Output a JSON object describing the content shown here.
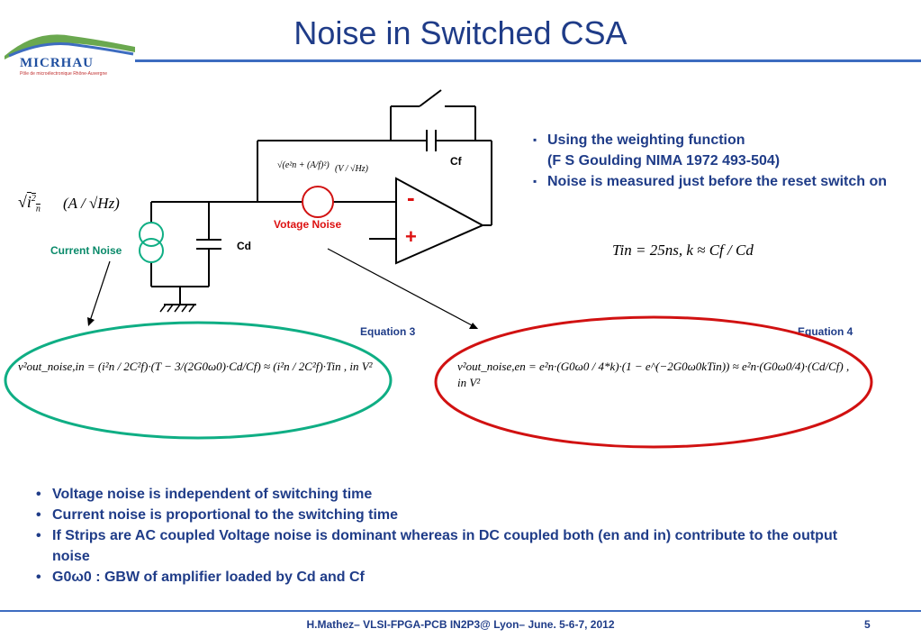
{
  "slide": {
    "title": "Noise in Switched CSA",
    "logo_name": "MICRHAU",
    "logo_subtitle": "Pôle de microélectronique Rhône-Auvergne",
    "footer": "H.Mathez– VLSI-FPGA-PCB  IN2P3@ Lyon– June. 5-6-7, 2012",
    "page_number": "5"
  },
  "colors": {
    "accent": "#1f3c88",
    "red": "#d11111",
    "green": "#0fae84"
  },
  "circuit": {
    "cf_label": "Cf",
    "cd_label": "Cd",
    "voltage_noise_label": "Votage Noise",
    "current_noise_label": "Current Noise",
    "minus_sign": "-",
    "plus_sign": "+",
    "in_unit": "(A / √Hz)",
    "en_unit": "(V / √Hz)"
  },
  "right_bullets": [
    "Using the weighting function",
    "(F S Goulding NIMA 1972 493-504)",
    "Noise is measured just before the reset switch on"
  ],
  "tin_formula": "Tin = 25ns, k ≈ Cf / Cd",
  "equation3_label": "Equation 3",
  "equation4_label": "Equation 4",
  "equation3": "v²out_noise,in = (i²n / 2C²f)·(T − 3/(2G0ω0)·Cd/Cf) ≈ (i²n / 2C²f)·Tin , in V²",
  "equation4": "v²out_noise,en = e²n·(G0ω0 / 4*k)·(1 − e^(−2G0ω0kTin)) ≈ e²n·(G0ω0/4)·(Cd/Cf) , in V²",
  "bottom_bullets": [
    "Voltage noise is independent of switching time",
    "Current noise is proportional to the  switching time",
    "If Strips are AC coupled Voltage noise is dominant whereas in DC coupled both (en and in) contribute to the output noise",
    "G0ω0 : GBW of amplifier loaded by Cd and Cf"
  ]
}
